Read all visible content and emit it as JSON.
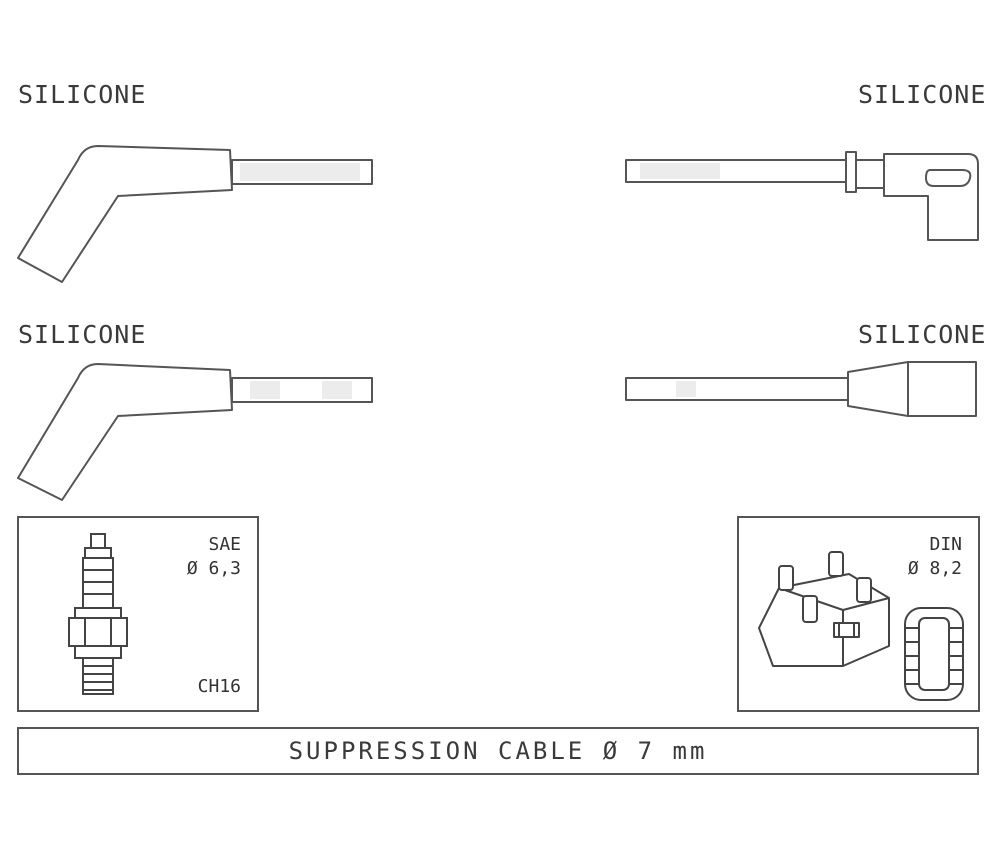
{
  "labels": {
    "top_left": "SILICONE",
    "top_right": "SILICONE",
    "mid_left": "SILICONE",
    "mid_right": "SILICONE"
  },
  "left_box": {
    "standard": "SAE",
    "diameter": "Ø 6,3",
    "code": "CH16"
  },
  "right_box": {
    "standard": "DIN",
    "diameter": "Ø 8,2"
  },
  "banner": "SUPPRESSION CABLE  Ø  7 mm"
}
